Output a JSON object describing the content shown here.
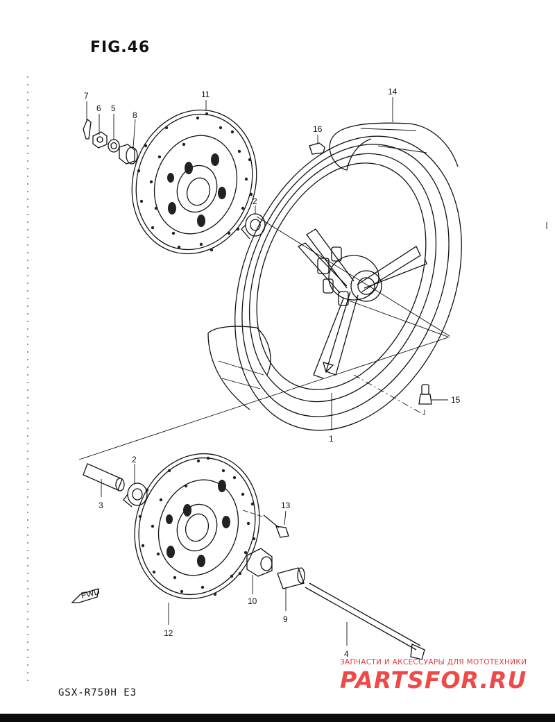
{
  "figure": {
    "title": "FIG.46",
    "model_code": "GSX-R750H E3",
    "fwd_label": "FWD"
  },
  "callouts": [
    "1",
    "2",
    "2",
    "3",
    "4",
    "5",
    "6",
    "7",
    "8",
    "9",
    "10",
    "11",
    "12",
    "13",
    "14",
    "15",
    "16"
  ],
  "parts": [
    {
      "no": "1",
      "name": "wheel"
    },
    {
      "no": "2",
      "name": "bearing"
    },
    {
      "no": "3",
      "name": "spacer"
    },
    {
      "no": "4",
      "name": "axle"
    },
    {
      "no": "5",
      "name": "washer"
    },
    {
      "no": "6",
      "name": "nut"
    },
    {
      "no": "7",
      "name": "cotter pin"
    },
    {
      "no": "8",
      "name": "collar"
    },
    {
      "no": "9",
      "name": "spacer"
    },
    {
      "no": "10",
      "name": "spacer"
    },
    {
      "no": "11",
      "name": "brake disc"
    },
    {
      "no": "12",
      "name": "brake disc"
    },
    {
      "no": "13",
      "name": "bolt"
    },
    {
      "no": "14",
      "name": "tire"
    },
    {
      "no": "15",
      "name": "valve"
    },
    {
      "no": "16",
      "name": "balancer"
    }
  ],
  "watermark": {
    "subtitle": "ЗАПЧАСТИ И АКСЕССУАРЫ ДЛЯ МОТОТЕХНИКИ",
    "brand": "PARTSFOR.RU",
    "color": "#ef4a4a"
  }
}
